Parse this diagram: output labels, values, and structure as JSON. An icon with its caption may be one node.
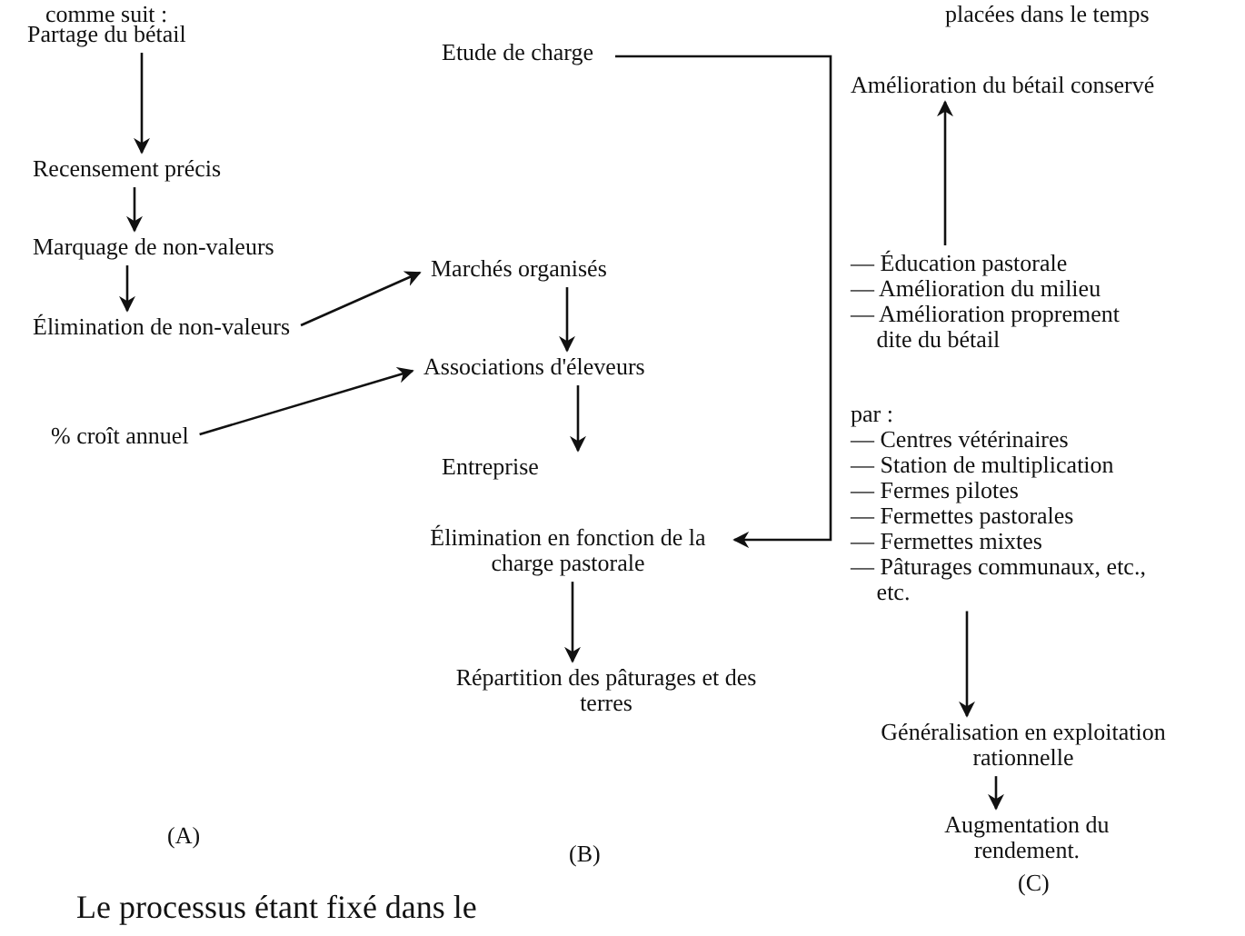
{
  "diagram": {
    "nodes": [
      {
        "text": [
          "Partage du bétail"
        ]
      },
      {
        "text": [
          "Recensement précis"
        ]
      },
      {
        "text": [
          "Marquage de non-valeurs"
        ]
      },
      {
        "text": [
          "Élimination de non-valeurs"
        ]
      },
      {
        "text": [
          "% croît annuel"
        ]
      },
      {
        "text": [
          "Etude de charge"
        ]
      },
      {
        "text": [
          "Marchés organisés"
        ]
      },
      {
        "text": [
          "Associations d'éleveurs"
        ]
      },
      {
        "text": [
          "Entreprise"
        ]
      },
      {
        "text": [
          "Élimination en fonction de la charge pastorale"
        ]
      },
      {
        "text": [
          "Répartition des pâturages et des terres"
        ]
      },
      {
        "text": [
          "Amélioration du bétail conservé"
        ]
      },
      {
        "text": [
          "— Éducation pastorale",
          "— Amélioration du milieu",
          "— Amélioration proprement dite du bétail"
        ]
      },
      {
        "text": [
          "par :",
          "— Centres vétérinaires",
          "— Station de multiplication",
          "— Fermes pilotes",
          "— Fermettes pastorales",
          "— Fermettes mixtes",
          "— Pâturages communaux, etc., etc."
        ]
      },
      {
        "text": [
          "Généralisation en exploitation rationnelle"
        ]
      },
      {
        "text": [
          "Augmentation du rendement."
        ]
      }
    ],
    "edges": [
      {
        "from": 0,
        "to": 1,
        "arrow": "to"
      },
      {
        "from": 1,
        "to": 2,
        "arrow": "to"
      },
      {
        "from": 2,
        "to": 3,
        "arrow": "to"
      },
      {
        "from": 3,
        "to": 6,
        "arrow": "to"
      },
      {
        "from": 4,
        "to": 7,
        "arrow": "to"
      },
      {
        "from": 6,
        "to": 7,
        "arrow": "to"
      },
      {
        "from": 7,
        "to": 8,
        "arrow": "to"
      },
      {
        "from": 5,
        "to": 9,
        "arrow": "to"
      },
      {
        "from": 9,
        "to": 10,
        "arrow": "to"
      },
      {
        "from": 12,
        "to": 11,
        "arrow": "to"
      },
      {
        "from": 13,
        "to": 14,
        "arrow": "to"
      },
      {
        "from": 14,
        "to": 15,
        "arrow": "to"
      }
    ],
    "labels": [
      "comme suit :",
      "placées dans le temps",
      "(A)",
      "(B)",
      "(C)",
      "Le processus étant fixé dans le"
    ]
  }
}
